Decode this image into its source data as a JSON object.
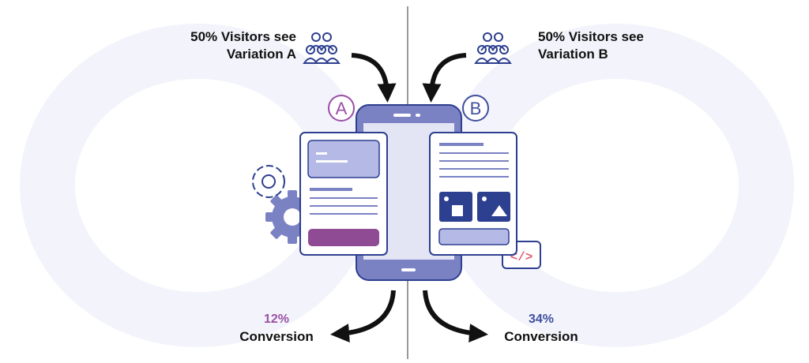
{
  "variation_a": {
    "line1": "50% Visitors see",
    "line2": "Variation A",
    "badge": "A",
    "conversion_pct": "12%",
    "conversion_label": "Conversion"
  },
  "variation_b": {
    "line1": "50% Visitors see",
    "line2": "Variation B",
    "badge": "B",
    "conversion_pct": "34%",
    "conversion_label": "Conversion"
  },
  "code_glyph": "</>",
  "colors": {
    "navy": "#2d3f8f",
    "phone": "#7b82c4",
    "lavender": "#b5b9e6",
    "purple_a": "#9b4fa6",
    "purple_fill": "#8f4b93",
    "blue_b": "#3f4fa0",
    "code_red": "#e0607a",
    "divider": "#333333"
  },
  "icons": [
    "visitors-group-icon",
    "gear-icon",
    "gear-outline-icon",
    "code-icon",
    "square-icon",
    "triangle-icon"
  ]
}
